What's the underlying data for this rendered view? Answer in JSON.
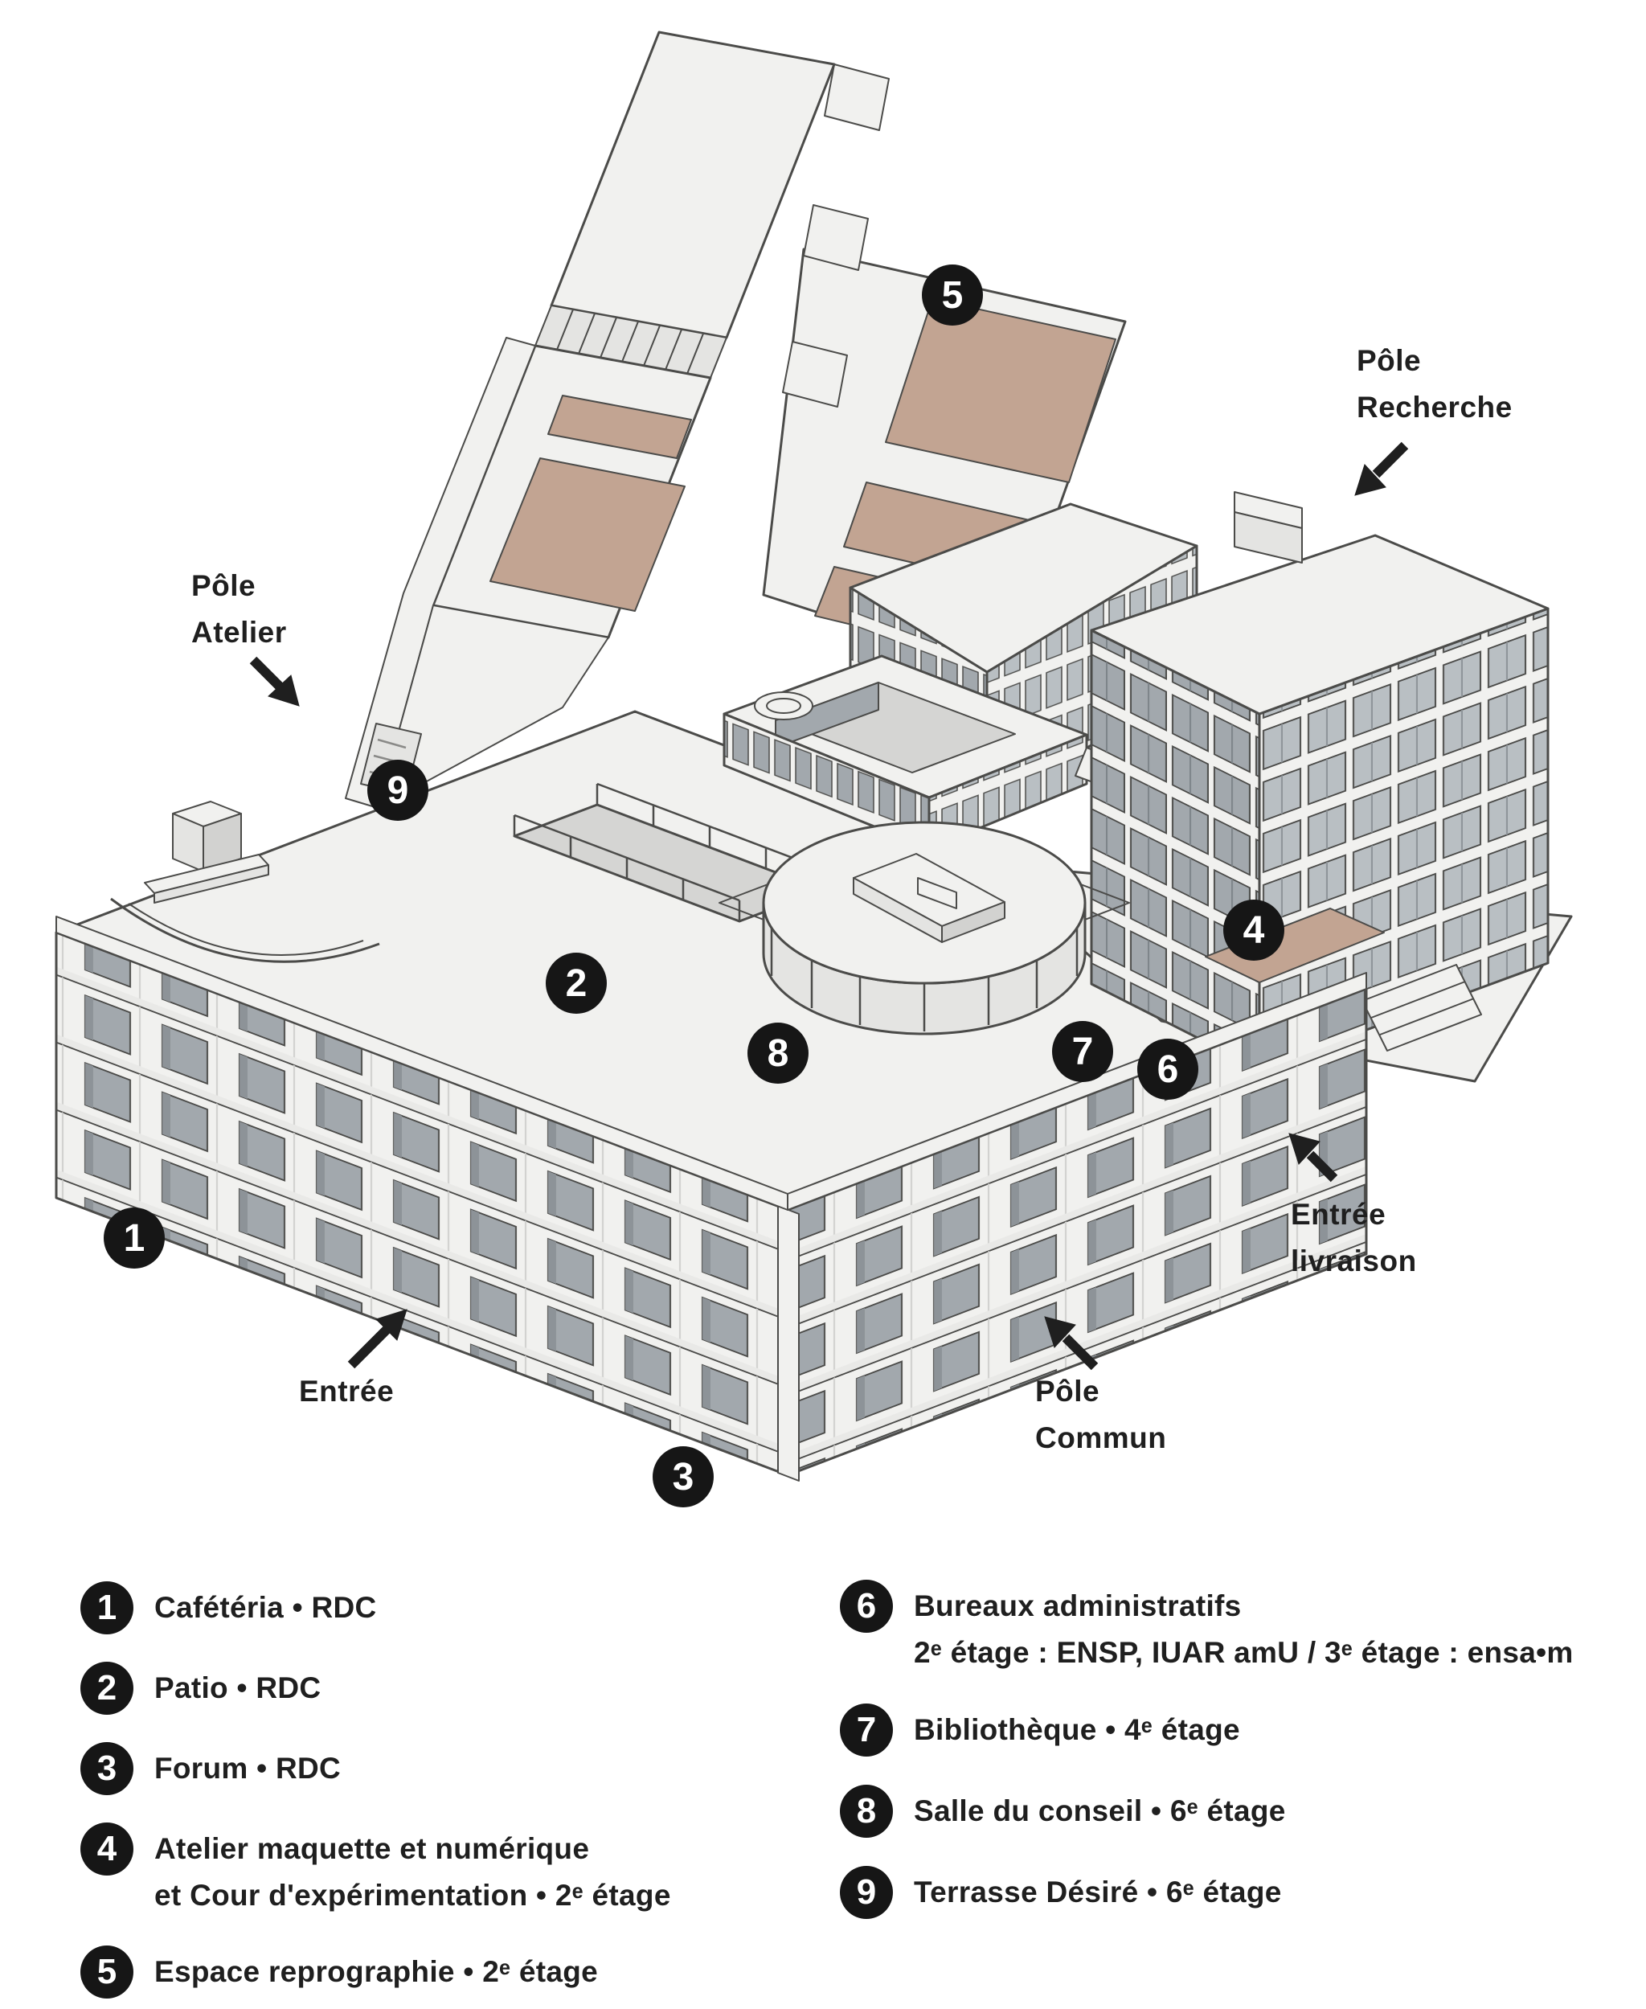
{
  "colors": {
    "surface": "#f1f1ef",
    "window": "#a2a8ad",
    "window_light": "#b9bfc3",
    "tan": "#c2a492",
    "outline": "#4b4b49",
    "marker_bg": "#161616",
    "marker_fg": "#ffffff",
    "text": "#1f1f1f"
  },
  "diagram": {
    "markers": [
      {
        "n": "1"
      },
      {
        "n": "2"
      },
      {
        "n": "3"
      },
      {
        "n": "4"
      },
      {
        "n": "5"
      },
      {
        "n": "6"
      },
      {
        "n": "7"
      },
      {
        "n": "8"
      },
      {
        "n": "9"
      }
    ],
    "labels": {
      "pole_atelier": {
        "line1": "Pôle",
        "line2": "Atelier"
      },
      "pole_recherche": {
        "line1": "Pôle",
        "line2": "Recherche"
      },
      "entree": {
        "line1": "Entrée"
      },
      "pole_commun": {
        "line1": "Pôle",
        "line2": "Commun"
      },
      "entree_livraison": {
        "line1": "Entrée",
        "line2": "livraison"
      }
    }
  },
  "legend": {
    "left": [
      {
        "num": "1",
        "line1": "Cafétéria • RDC",
        "line2": ""
      },
      {
        "num": "2",
        "line1": "Patio • RDC",
        "line2": ""
      },
      {
        "num": "3",
        "line1": "Forum • RDC",
        "line2": ""
      },
      {
        "num": "4",
        "line1": "Atelier maquette et numérique",
        "line2": "et Cour d'expérimentation • 2ᵉ étage"
      },
      {
        "num": "5",
        "line1": "Espace reprographie • 2ᵉ étage",
        "line2": ""
      }
    ],
    "right": [
      {
        "num": "6",
        "line1": "Bureaux administratifs",
        "line2": "2ᵉ étage : ENSP, IUAR amU / 3ᵉ étage : ensa•m"
      },
      {
        "num": "7",
        "line1": "Bibliothèque • 4ᵉ étage",
        "line2": ""
      },
      {
        "num": "8",
        "line1": "Salle du conseil • 6ᵉ étage",
        "line2": ""
      },
      {
        "num": "9",
        "line1": "Terrasse Désiré • 6ᵉ étage",
        "line2": ""
      }
    ]
  }
}
